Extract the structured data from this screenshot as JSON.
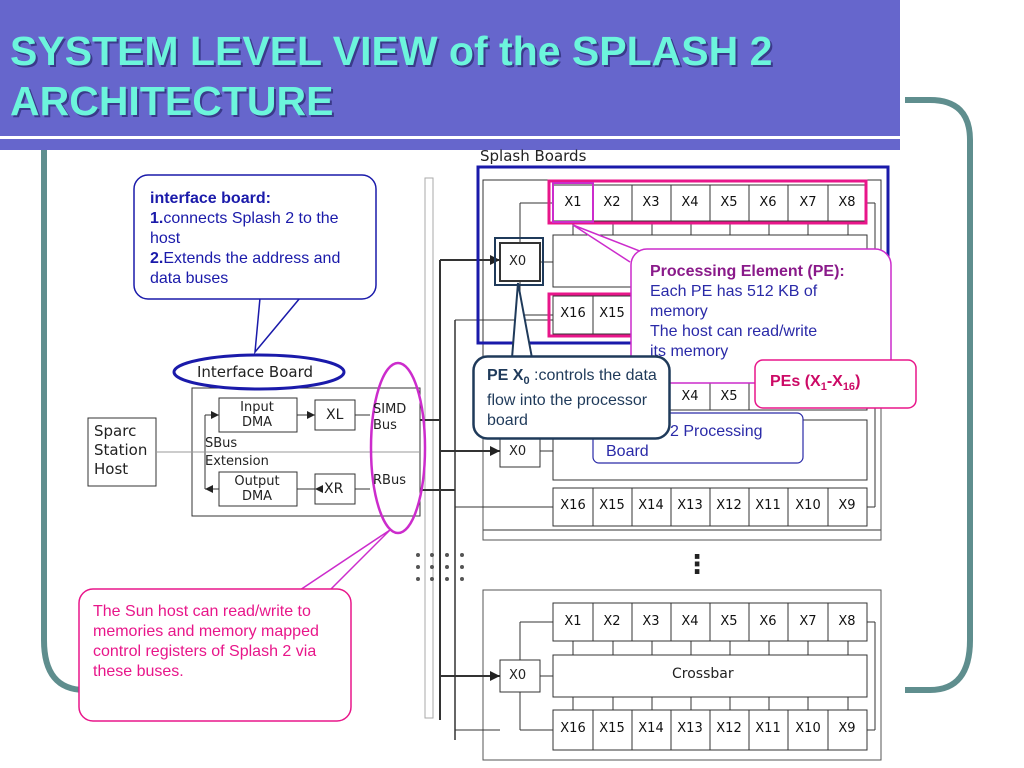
{
  "slide": {
    "title_line1": "SYSTEM LEVEL VIEW of the SPLASH 2",
    "title_line2": "ARCHITECTURE",
    "colors": {
      "header": "#6666cc",
      "title_text": "#6cf5dc",
      "frame": "#5f8e8e",
      "highlight_blue": "#1a1aaa",
      "highlight_pink": "#e8168a",
      "magenta": "#cc2ccc",
      "navy": "#1f3a5a"
    }
  },
  "diagram": {
    "splash_boards_label": "Splash Boards",
    "interface_board_label": "Interface Board",
    "host_label": [
      "Sparc",
      "Station",
      "Host"
    ],
    "input_dma": [
      "Input",
      "DMA"
    ],
    "output_dma": [
      "Output",
      "DMA"
    ],
    "xl": "XL",
    "xr": "XR",
    "sbus_line1": "SBus",
    "sbus_line2": "Extension",
    "simd_bus": [
      "SIMD",
      "Bus"
    ],
    "rbus": "RBus",
    "x0": "X0",
    "top_row": [
      "X1",
      "X2",
      "X3",
      "X4",
      "X5",
      "X6",
      "X7",
      "X8"
    ],
    "bottom_row": [
      "X16",
      "X15",
      "X14",
      "X13",
      "X12",
      "X11",
      "X10",
      "X9"
    ],
    "board2_top_partial": [
      "X4",
      "X5"
    ],
    "board1_bottom_partial": [
      "X16",
      "X15"
    ],
    "crossbar": "Crossbar",
    "ellipsis": "⋮"
  },
  "callouts": {
    "interface": {
      "head": "interface board:",
      "n1": "1.",
      "t1": "connects Splash 2 to the host",
      "n2": "2.",
      "t2": "Extends the address and data buses"
    },
    "pe_element": {
      "head": "Processing Element (PE):",
      "body": " Each PE has 512 KB of memory",
      "line2": "The host can read/write",
      "line3": "its memory"
    },
    "pes": {
      "text": "PEs (X",
      "sub1": "1",
      "mid": "-X",
      "sub2": "16",
      "end": ")"
    },
    "pex0": {
      "head": "PE X",
      "sub": "0",
      "body": " :controls the data flow into the processor board"
    },
    "processing_board": {
      "line1": "2 Processing",
      "line2": "Board"
    },
    "sun_host": {
      "text": "The Sun host can read/write to memories and memory mapped control registers of Splash 2 via these buses."
    }
  }
}
